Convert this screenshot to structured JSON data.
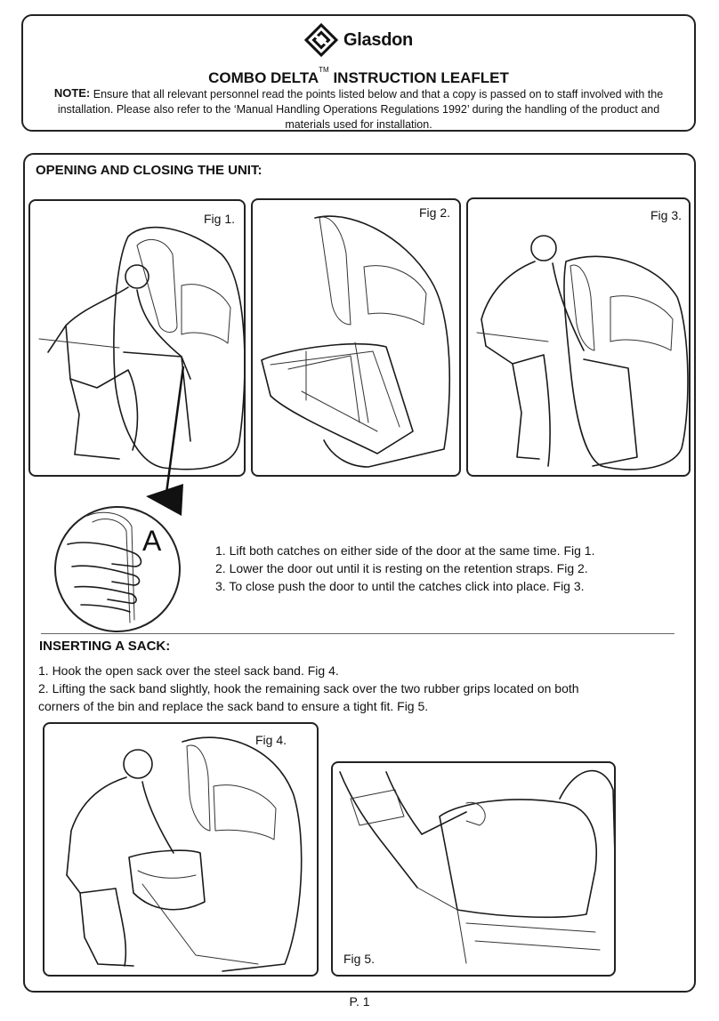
{
  "header": {
    "brand": "Glasdon",
    "title_main": "COMBO DELTA",
    "title_mark": "TM",
    "title_rest": " INSTRUCTION LEAFLET",
    "note_label": "NOTE:",
    "note_text": " Ensure that all relevant personnel read the points listed below and that a copy is passed on to staff involved with the installation. Please also refer to the ‘Manual Handling Operations Regulations 1992’ during the handling of the product and materials used for installation."
  },
  "opening": {
    "title": "OPENING AND CLOSING THE UNIT:",
    "fig1": "Fig 1.",
    "fig2": "Fig 2.",
    "fig3": "Fig 3.",
    "detail_label": "A",
    "steps": [
      "1. Lift both catches on either side of the door at the same time. Fig 1.",
      "2. Lower the door out until it is resting on the retention straps. Fig 2.",
      "3. To close push the door to until the catches click into place. Fig 3."
    ]
  },
  "sack": {
    "title": "INSERTING A SACK:",
    "steps": [
      "1. Hook the open sack over the steel sack band. Fig 4.",
      "2. Lifting the sack band slightly, hook the remaining sack over the two rubber grips located on both",
      "corners of the bin and replace the sack band to ensure a tight fit. Fig 5."
    ],
    "fig4": "Fig 4.",
    "fig5": "Fig 5."
  },
  "footer": {
    "page": "P. 1"
  }
}
